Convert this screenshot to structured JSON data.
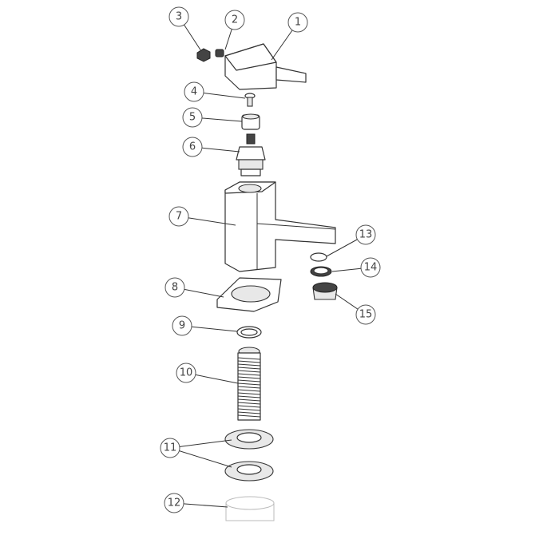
{
  "callouts": [
    "1",
    "2",
    "3",
    "4",
    "5",
    "6",
    "7",
    "8",
    "9",
    "10",
    "11",
    "12",
    "13",
    "14",
    "15"
  ],
  "colors": {
    "line": "#333333",
    "background": "#ffffff"
  }
}
